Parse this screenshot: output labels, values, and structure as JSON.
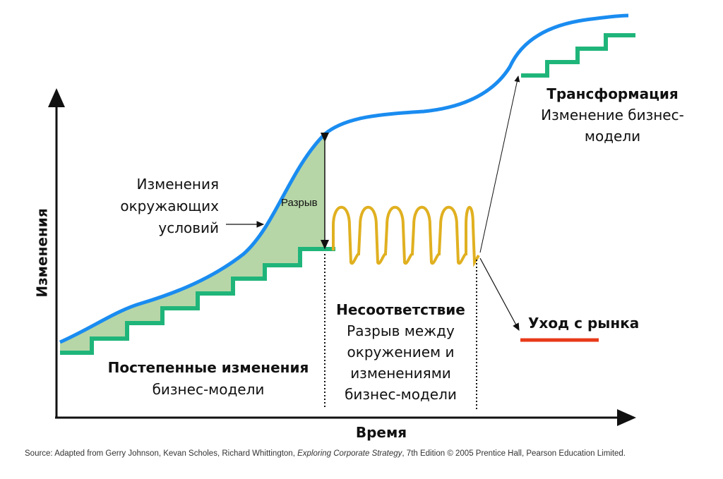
{
  "axes": {
    "y_label": "Изменения",
    "x_label": "Время"
  },
  "environment": {
    "lines": [
      "Изменения",
      "окружающих",
      "условий"
    ]
  },
  "gap_label": "Разрыв",
  "gradual": {
    "title": "Постепенные изменения",
    "subtitle": "бизнес-модели"
  },
  "mismatch": {
    "title": "Несоответствие",
    "lines": [
      "Разрыв между",
      "окружением и",
      "изменениями",
      "бизнес-модели"
    ]
  },
  "transformation": {
    "title": "Трансформация",
    "lines": [
      "Изменение бизнес-",
      "модели"
    ]
  },
  "exit": {
    "title": "Уход с рынка"
  },
  "source": {
    "prefix": "Source: Adapted from Gerry Johnson, Kevan Scholes, Richard Whittington, ",
    "book": "Exploring Corporate Strategy",
    "suffix": ", 7th Edition © 2005 Prentice Hall, Pearson Education Limited."
  },
  "colors": {
    "environment": "#1a8cf0",
    "business": "#1fb57a",
    "fill": "#a9cf98",
    "oscillation": "#e0b020",
    "exit": "#e83a1a"
  }
}
